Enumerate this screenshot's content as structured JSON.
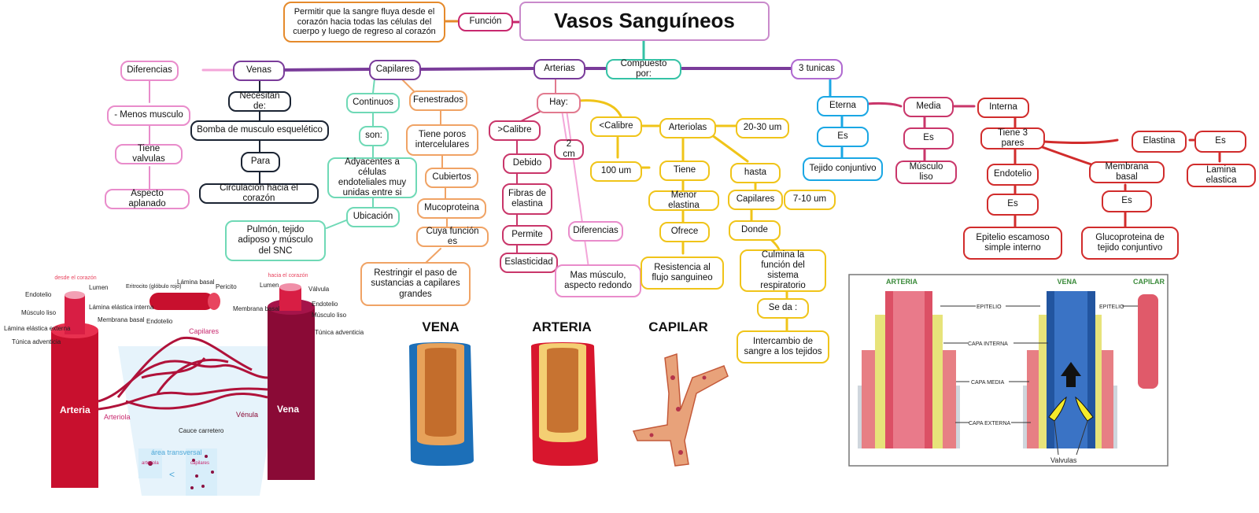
{
  "title": "Vasos Sanguíneos",
  "nodes": {
    "funcion": "Función",
    "funcion_text": "Permitir que la sangre fluya desde el corazón hacia todas las células del cuerpo y luego de regreso al corazón",
    "compuesto": "Compuesto por:",
    "tres_tunicas": "3 tunicas",
    "arterias": "Arterias",
    "capilares": "Capilares",
    "venas": "Venas",
    "diferencias_v": "Diferencias",
    "menos_musculo": "- Menos musculo",
    "tiene_valvulas": "Tiene valvulas",
    "aspecto_aplanado": "Aspecto aplanado",
    "necesitan": "Necesitan de:",
    "bomba": "Bomba de musculo esquelético",
    "para": "Para",
    "circulacion": "Circulación hacia el corazón",
    "continuos": "Continuos",
    "son": "son:",
    "adyacentes": "Adyacentes a células endoteliales muy unidas entre si",
    "ubicacion": "Ubicación",
    "pulmon": "Pulmón, tejido adiposo y músculo del SNC",
    "fenestrados": "Fenestrados",
    "tiene_poros": "Tiene poros intercelulares",
    "cubiertos": "Cubiertos",
    "mucoproteina": "Mucoproteina",
    "cuya_funcion": "Cuya función es",
    "restringir": "Restringir el paso de sustancias a capilares grandes",
    "hay": "Hay:",
    "mayor_calibre": ">Calibre",
    "dos_cm": "2 cm",
    "debido": "Debido",
    "fibras": "Fibras de elastina",
    "permite": "Permite",
    "elasticidad": "Eslasticidad",
    "diferencias_a": "Diferencias",
    "mas_musculo": "Mas músculo, aspecto redondo",
    "menor_calibre": "<Calibre",
    "arteriolas": "Arteriolas",
    "r20_30": "20-30 um",
    "um100": "100 um",
    "tiene_a": "Tiene",
    "hasta": "hasta",
    "menor_elastina": "Menor elastina",
    "capilares2": "Capilares",
    "r7_10": "7-10 um",
    "ofrece": "Ofrece",
    "donde": "Donde",
    "resistencia": "Resistencia al flujo sanguineo",
    "culmina": "Culmina la función del sistema respiratorio",
    "se_da": "Se da :",
    "intercambio": "Intercambio de sangre a los tejidos",
    "eterna": "Eterna",
    "es_eterna": "Es",
    "tejido_conjuntivo": "Tejido conjuntivo",
    "media": "Media",
    "es_media": "Es",
    "musculo_liso": "Músculo liso",
    "interna": "Interna",
    "tiene3": "Tiene 3 pares",
    "endotelio": "Endotelio",
    "es_endotelio": "Es",
    "epitelio": "Epitelio escamoso simple interno",
    "membrana": "Membrana basal",
    "es_membrana": "Es",
    "glucoproteina": "Glucoproteina de tejido conjuntivo",
    "elastina": "Elastina",
    "es_elastina": "Es",
    "lamina": "Lamina elastica"
  },
  "figure1": {
    "desde": "desde el corazón",
    "hacia": "hacia el corazón",
    "endotelio": "Endotelio",
    "lumen1": "Lumen",
    "musculo_liso": "Músculo liso",
    "lamina_int": "Lámina elástica interna",
    "lamina_ext": "Lámina elástica externa",
    "membrana_basal": "Membrana basal",
    "tunica": "Túnica adventicia",
    "eritrocito": "Eritrocito (glóbulo rojo)",
    "lamina_basal": "Lámina basal",
    "pericito": "Pericito",
    "endotelio2": "Endotelio",
    "capilares": "Capilares",
    "lumen2": "Lumen",
    "valvula": "Válvula",
    "membrana_basal2": "Membrana basal",
    "endotelio3": "Endotelio",
    "musculo_liso2": "Músculo liso",
    "tunica2": "Túnica adventicia",
    "arteria": "Arteria",
    "arteriola": "Arteriola",
    "vena": "Vena",
    "venula": "Vénula",
    "cauce": "Cauce carretero",
    "area": "área transversal",
    "arteriola_s": "arteriola",
    "capilares_s": "capilares",
    "lt": "<"
  },
  "figure2": {
    "vena": "VENA",
    "arteria": "ARTERIA",
    "capilar": "CAPILAR"
  },
  "figure3": {
    "arteria": "ARTERIA",
    "vena": "VENA",
    "capilar": "CAPILAR",
    "epitelio1": "EPITELIO",
    "epitelio2": "EPITELIO",
    "capa_interna": "CAPA INTERNA",
    "capa_media": "CAPA MEDIA",
    "capa_externa": "CAPA EXTERNA",
    "valvulas": "Valvulas"
  }
}
